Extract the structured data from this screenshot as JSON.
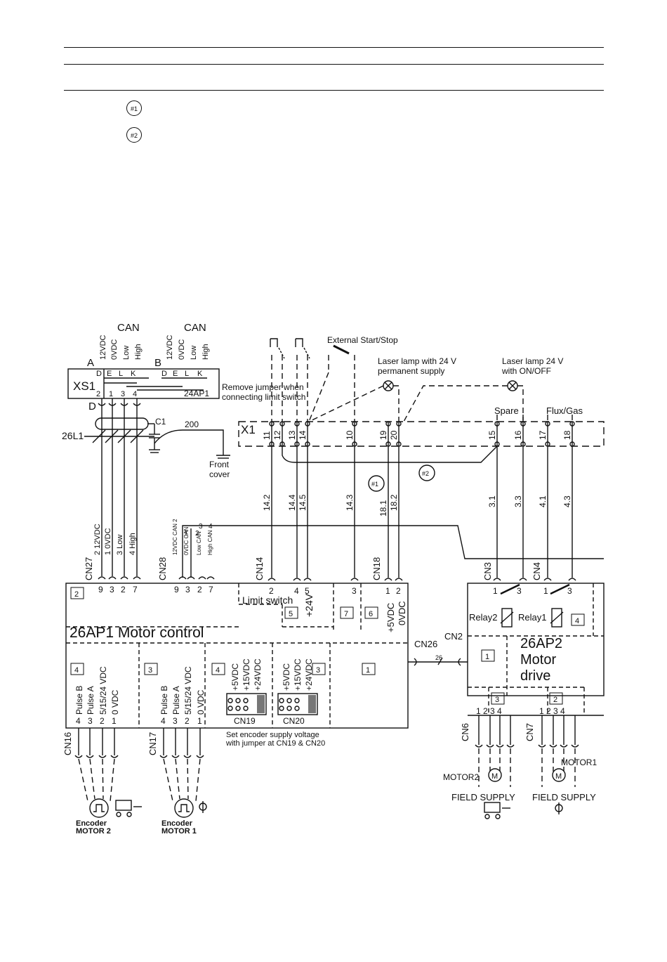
{
  "legend": {
    "m1": "#1",
    "m2": "#2"
  },
  "labels": {
    "can_a": "CAN",
    "can_b": "CAN",
    "a": "A",
    "b": "B",
    "d": "D",
    "v12": "12VDC",
    "v0": "0VDC",
    "low": "Low",
    "high": "High",
    "pin_d": "D",
    "pin_e": "E",
    "pin_l": "L",
    "pin_k": "K",
    "xs1": "XS1",
    "ap24": "24AP1",
    "remove_jumper": "Remove jumper when",
    "connecting_limit": "connecting limit switch",
    "c1": "C1",
    "w200": "200",
    "l26": "26L1",
    "front_cover_1": "Front",
    "front_cover_2": "cover",
    "ext_start_stop": "External Start/Stop",
    "laser_perm_1": "Laser lamp with 24 V",
    "laser_perm_2": "permanent supply",
    "laser_onoff_1": "Laser lamp 24 V",
    "laser_onoff_2": "with ON/OFF",
    "spare": "Spare",
    "flux_gas": "Flux/Gas",
    "x1": "X1",
    "t11": "11",
    "t12": "12",
    "t13": "13",
    "t14": "14",
    "t10": "10",
    "t19": "19",
    "t20": "20",
    "t15": "15",
    "t16": "16",
    "t17": "17",
    "t18": "18",
    "m1": "#1",
    "m2": "#2",
    "w142": "14.2",
    "w144": "14.4",
    "w145": "14.5",
    "w143": "14.3",
    "w181": "18.1",
    "w182": "18.2",
    "w31": "3.1",
    "w33": "3.3",
    "w41": "4.1",
    "w43": "4.3",
    "cn27_2": "2 12VDC",
    "cn27_1": "1 0VDC",
    "cn27_3": "3 Low",
    "cn27_4": "4 High",
    "cn28_1": "12VDC CAN 2",
    "cn28_2": "0VDC CAN",
    "cn28_3": "Low CAN",
    "cn28_4": "High CAN",
    "cn28_n1": "1",
    "cn28_n2": "2",
    "cn28_n3": "3",
    "cn28_n4": "4",
    "cn27": "CN27",
    "cn28": "CN28",
    "cn14": "CN14",
    "cn18": "CN18",
    "cn3": "CN3",
    "cn4": "CN4",
    "cn26": "CN26",
    "cn2": "CN2",
    "cn16": "CN16",
    "cn17": "CN17",
    "cn6": "CN6",
    "cn7": "CN7",
    "cn19": "CN19",
    "cn20": "CN20",
    "p9": "9",
    "p3": "3",
    "p2": "2",
    "p7": "7",
    "p2b": "2",
    "p4": "4",
    "p5": "5",
    "p3b": "3",
    "p1": "1",
    "p2c": "2",
    "r1": "1",
    "r3": "3",
    "r1b": "1",
    "r3b": "3",
    "box2": "2",
    "box5": "5",
    "box7": "7",
    "box6": "6",
    "box4": "4",
    "box3": "3",
    "box4b": "4",
    "box3b": "3",
    "box1": "1",
    "box1b": "1",
    "box4c": "4",
    "box3c": "3",
    "box2b": "2",
    "limit_switch": "Limit switch",
    "v24": "+24V",
    "v5": "+5VDC",
    "v0b": "0VDC",
    "motor_control": "26AP1 Motor control",
    "motor_drive_1": "26AP2",
    "motor_drive_2": "Motor",
    "motor_drive_3": "drive",
    "relay2": "Relay2",
    "relay1": "Relay1",
    "pulse_b": "Pulse B",
    "pulse_a": "Pulse A",
    "v5_15_24": "5/15/24 VDC",
    "v0vdc": "0 VDC",
    "n4": "4",
    "n3": "3",
    "n2": "2",
    "n1": "1",
    "j5": "+5VDC",
    "j15": "+15VDC",
    "j24": "+24VDC",
    "set_enc_1": "Set encoder supply voltage",
    "set_enc_2": "with jumper  at CN19 & CN20",
    "wire26": "26",
    "enc_m2_1": "Encoder",
    "enc_m2_2": "MOTOR 2",
    "enc_m1_1": "Encoder",
    "enc_m1_2": "MOTOR 1",
    "motor2": "MOTOR2",
    "motor1": "MOTOR1",
    "m_letter": "M",
    "field_supply": "FIELD SUPPLY",
    "cn6_pins": "1 2 3 4",
    "cn7_pins": "1 2 3 4"
  }
}
